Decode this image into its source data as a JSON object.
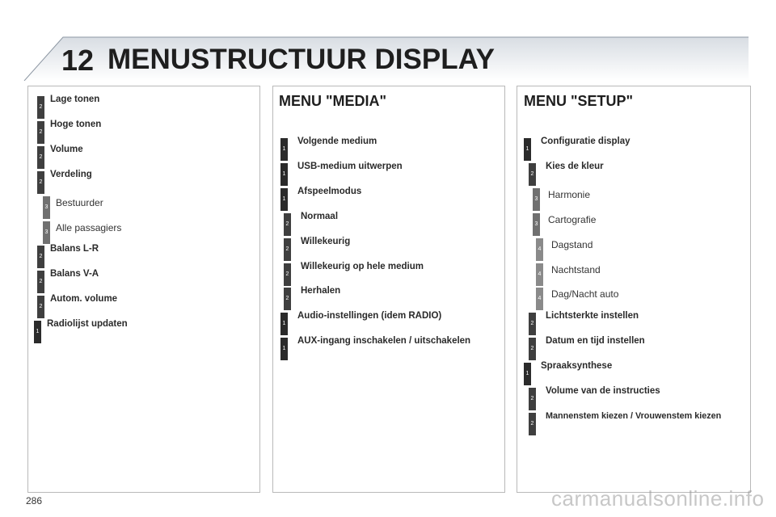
{
  "header": {
    "chapter_number": "12",
    "title": "MENUSTRUCTUUR DISPLAY"
  },
  "colors": {
    "header_gradient_top": "#d8dde3",
    "header_gradient_bottom": "#ffffff",
    "badge_level1": "#2b2b2b",
    "badge_level2": "#3f3f3f",
    "badge_level3": "#707070",
    "badge_level4": "#8a8a8a"
  },
  "left_panel": {
    "items": [
      {
        "level": "2",
        "label": "Lage tonen",
        "style": "bold"
      },
      {
        "level": "2",
        "label": "Hoge tonen",
        "style": "bold"
      },
      {
        "level": "2",
        "label": "Volume",
        "style": "bold"
      },
      {
        "level": "2",
        "label": "Verdeling",
        "style": "bold"
      },
      {
        "level": "3",
        "label": "Bestuurder",
        "style": "normal"
      },
      {
        "level": "3",
        "label": "Alle passagiers",
        "style": "normal"
      },
      {
        "level": "2",
        "label": "Balans L-R",
        "style": "bold"
      },
      {
        "level": "2",
        "label": "Balans V-A",
        "style": "bold"
      },
      {
        "level": "2",
        "label": "Autom. volume",
        "style": "bold"
      },
      {
        "level": "1",
        "label": "Radiolijst updaten",
        "style": "bold"
      }
    ]
  },
  "media_panel": {
    "title": "MENU \"MEDIA\"",
    "items": [
      {
        "level": "1",
        "label": "Volgende medium",
        "style": "bold"
      },
      {
        "level": "1",
        "label": "USB-medium uitwerpen",
        "style": "bold"
      },
      {
        "level": "1",
        "label": "Afspeelmodus",
        "style": "bold"
      },
      {
        "level": "2",
        "label": "Normaal",
        "style": "bold"
      },
      {
        "level": "2",
        "label": "Willekeurig",
        "style": "bold"
      },
      {
        "level": "2",
        "label": "Willekeurig op hele medium",
        "style": "bold"
      },
      {
        "level": "2",
        "label": "Herhalen",
        "style": "bold"
      },
      {
        "level": "1",
        "label": "Audio-instellingen (idem RADIO)",
        "style": "bold"
      },
      {
        "level": "1",
        "label": "AUX-ingang inschakelen / uitschakelen",
        "style": "bold"
      }
    ]
  },
  "setup_panel": {
    "title": "MENU \"SETUP\"",
    "items": [
      {
        "level": "1",
        "label": "Configuratie display",
        "style": "bold"
      },
      {
        "level": "2",
        "label": "Kies de kleur",
        "style": "bold"
      },
      {
        "level": "3",
        "label": "Harmonie",
        "style": "normal"
      },
      {
        "level": "3",
        "label": "Cartografie",
        "style": "normal"
      },
      {
        "level": "4",
        "label": "Dagstand",
        "style": "normal"
      },
      {
        "level": "4",
        "label": "Nachtstand",
        "style": "normal"
      },
      {
        "level": "4",
        "label": "Dag/Nacht auto",
        "style": "normal"
      },
      {
        "level": "2",
        "label": "Lichtsterkte instellen",
        "style": "bold"
      },
      {
        "level": "2",
        "label": "Datum en tijd instellen",
        "style": "bold"
      },
      {
        "level": "1",
        "label": "Spraaksynthese",
        "style": "bold"
      },
      {
        "level": "2",
        "label": "Volume van de instructies",
        "style": "bold"
      },
      {
        "level": "2",
        "label": "Mannenstem kiezen / Vrouwenstem kiezen",
        "style": "bold"
      }
    ]
  },
  "footer": {
    "page_number": "286",
    "watermark": "carmanualsonline.info"
  }
}
